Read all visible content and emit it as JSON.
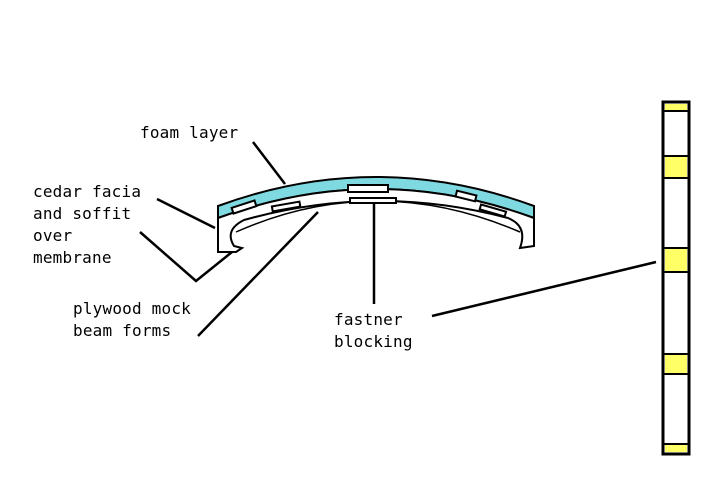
{
  "labels": {
    "foam_layer": "foam layer",
    "cedar_line1": "cedar facia",
    "cedar_line2": "and soffit",
    "cedar_line3": "over",
    "cedar_line4": "membrane",
    "plywood_line1": "plywood mock",
    "plywood_line2": "beam forms",
    "fastner_line1": "fastner",
    "fastner_line2": "blocking"
  },
  "colors": {
    "foam": "#7fd9e0",
    "blocking": "#ffff66",
    "ink": "#000000",
    "background": "#ffffff"
  }
}
